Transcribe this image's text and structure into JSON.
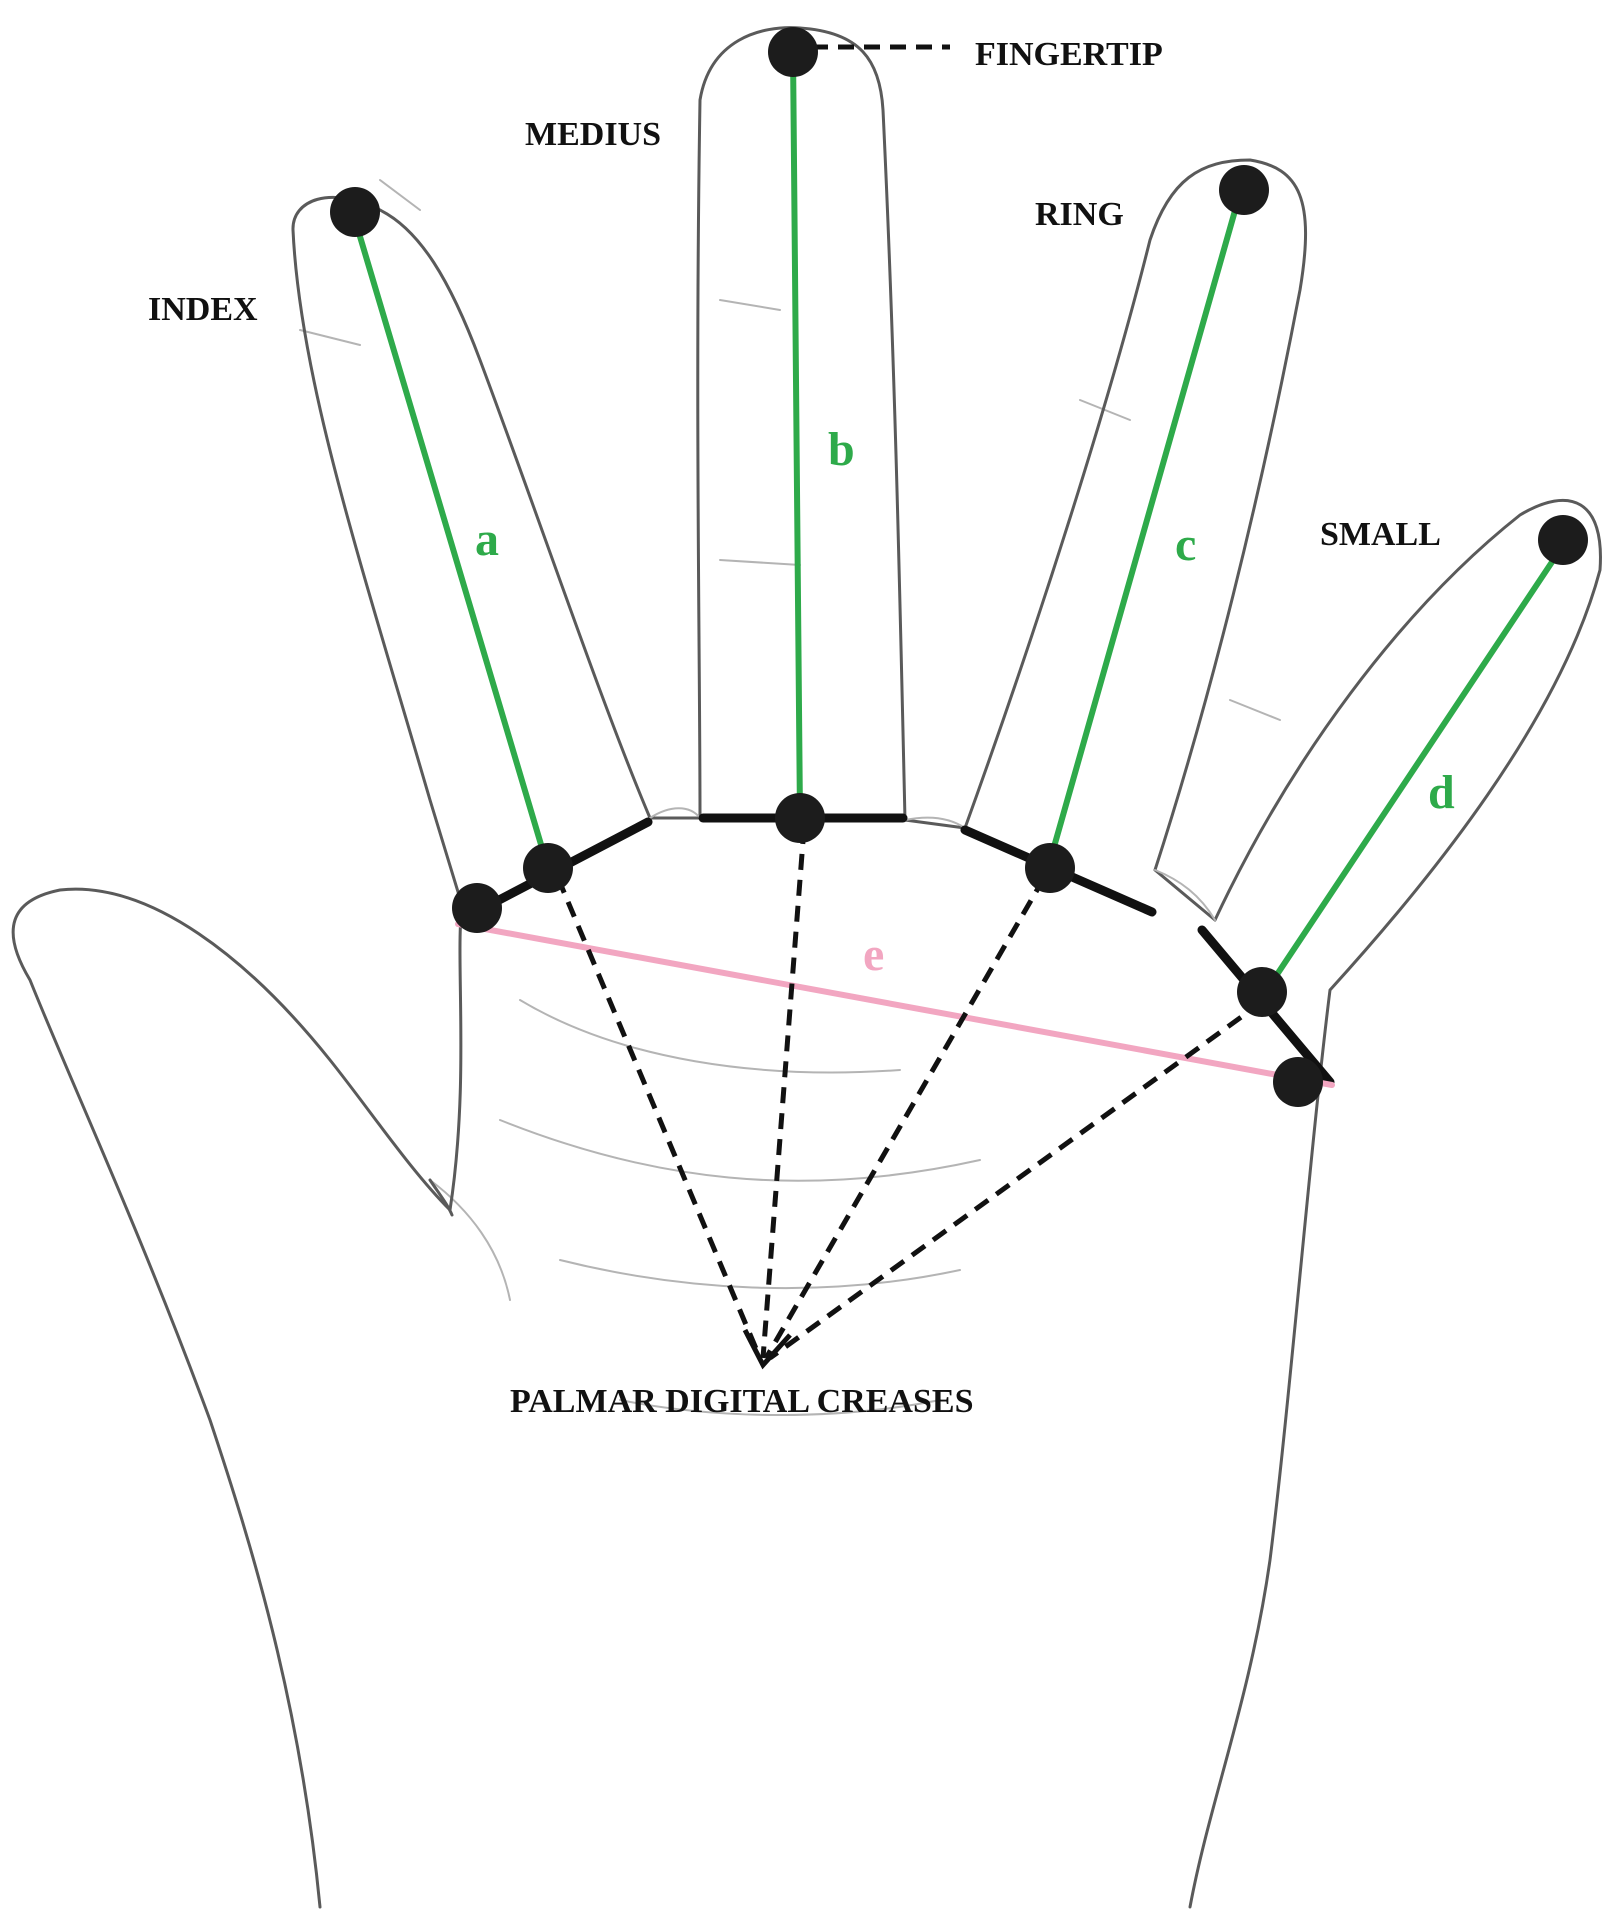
{
  "labels": {
    "fingertip": "FINGERTIP",
    "medius": "MEDIUS",
    "ring": "RING",
    "index": "INDEX",
    "small": "SMALL",
    "creases": "PALMAR DIGITAL CREASES"
  },
  "measurements": {
    "a": "a",
    "b": "b",
    "c": "c",
    "d": "d",
    "e": "e"
  },
  "colors": {
    "finger_length": "#2eaa4a",
    "palm_width": "#f2a6c1",
    "landmark": "#1c1c1c",
    "outline": "#5a5a5a"
  }
}
